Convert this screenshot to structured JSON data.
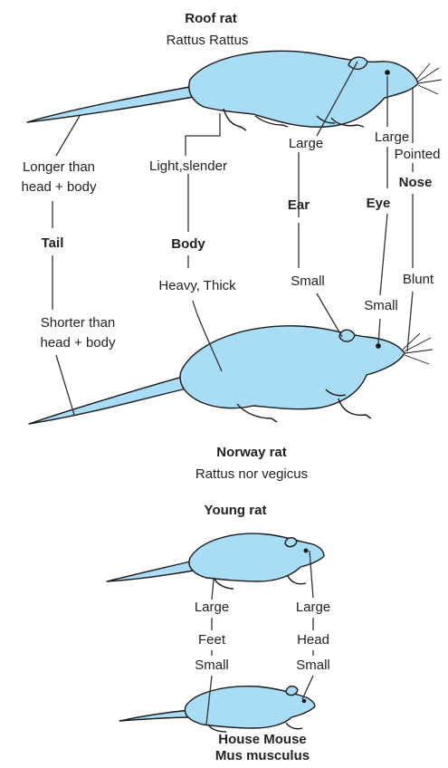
{
  "roof_rat": {
    "title": "Roof rat",
    "species": "Rattus Rattus"
  },
  "norway_rat": {
    "title": "Norway rat",
    "species": "Rattus nor vegicus"
  },
  "young_rat": {
    "title": "Young rat"
  },
  "house_mouse": {
    "title": "House Mouse",
    "species": "Mus  musculus"
  },
  "tail": {
    "heading": "Tail",
    "roof": "Longer than head + body",
    "roof_l1": "Longer than",
    "roof_l2": "head + body",
    "norway_l1": "Shorter than",
    "norway_l2": "head + body"
  },
  "body": {
    "heading": "Body",
    "roof": "Light,slender",
    "norway": "Heavy, Thick"
  },
  "ear": {
    "heading": "Ear",
    "roof": "Large",
    "norway": "Small"
  },
  "eye": {
    "heading": "Eye",
    "roof": "Large",
    "norway": "Small"
  },
  "nose": {
    "heading": "Nose",
    "roof": "Pointed",
    "norway": "Blunt"
  },
  "feet": {
    "heading": "Feet",
    "young": "Large",
    "mouse": "Small"
  },
  "head": {
    "heading": "Head",
    "young": "Large",
    "mouse": "Small"
  },
  "colors": {
    "rat_fill": "#a9dcf5",
    "rat_outline": "#1a1a1a",
    "line": "#333333"
  }
}
